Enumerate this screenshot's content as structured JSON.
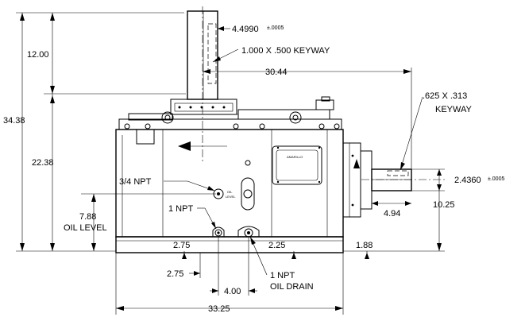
{
  "dimensions": {
    "d_top": "12.00",
    "d_total_height": "34.38",
    "d_lower": "22.38",
    "d_oil_level": "7.88",
    "d_oil_level_label": "OIL LEVEL",
    "d_input_shaft_dia": "4.4990",
    "d_input_tol": "±.0005",
    "d_input_keyway": "1.000 X .500 KEYWAY",
    "d_30_44": "30.44",
    "d_out_keyway_1": ".625 X .313",
    "d_out_keyway_2": "KEYWAY",
    "d_output_shaft_dia": "2.4360",
    "d_output_tol": "±.0005",
    "d_4_94": "4.94",
    "d_10_25": "10.25",
    "d_npt_3_4": "3/4 NPT",
    "d_npt_1": "1 NPT",
    "d_2_75_a": "2.75",
    "d_2_25": "2.25",
    "d_1_88": "1.88",
    "d_2_75_b": "2.75",
    "d_4_00": "4.00",
    "d_drain_1": "1 NPT",
    "d_drain_2": "OIL DRAIN",
    "d_33_25": "33.25"
  },
  "labels": {
    "oil_plug_1": "OIL",
    "oil_plug_2": "LEVEL",
    "nameplate": "AMARILLO"
  }
}
